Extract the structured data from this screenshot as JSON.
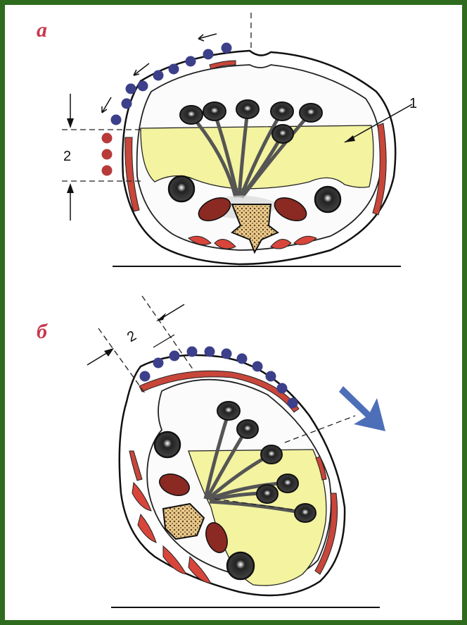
{
  "panels": {
    "a": {
      "letter": "а",
      "label_1": "1",
      "label_2": "2"
    },
    "b": {
      "letter": "б",
      "label_2": "2"
    }
  },
  "colors": {
    "frame": "#2e6b1e",
    "fluid": "#f3f3a0",
    "muscle": "#c8463a",
    "blue_dots": "#3c3f8a",
    "red_dots": "#b83a3a",
    "arrow_blue": "#4d6fb8",
    "letter": "#c8384e"
  }
}
